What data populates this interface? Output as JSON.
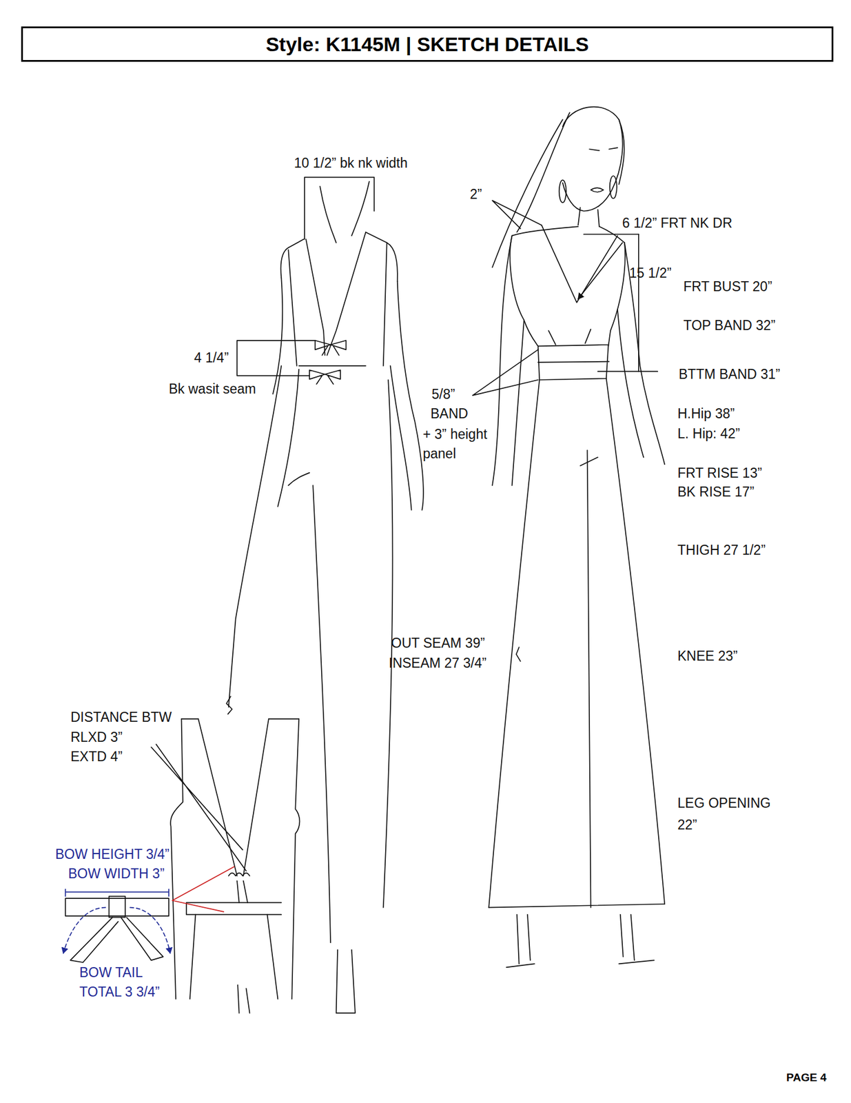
{
  "diagram": {
    "title": "Style: K1145M | SKETCH DETAILS",
    "labels": [
      "10 1/2” bk nk width",
      "2”",
      "6 1/2” FRT NK DR",
      "15 1/2”",
      "FRT BUST 20”",
      "TOP BAND 32”",
      "4 1/4”",
      "Bk wasit seam",
      "BTTM BAND 31”",
      "5/8”",
      "BAND",
      "+ 3” height",
      "panel",
      "H.Hip 38”",
      "L. Hip: 42”",
      "FRT RISE 13”",
      "BK RISE 17”",
      "THIGH 27 1/2”",
      "OUT SEAM 39”",
      "INSEAM 27 3/4”",
      "KNEE 23”",
      "DISTANCE BTW",
      "RLXD 3”",
      "EXTD 4”",
      "LEG OPENING",
      "22”",
      "BOW HEIGHT 3/4”",
      "BOW WIDTH 3”",
      "BOW TAIL",
      "TOTAL 3 3/4”",
      "PAGE 4"
    ]
  }
}
